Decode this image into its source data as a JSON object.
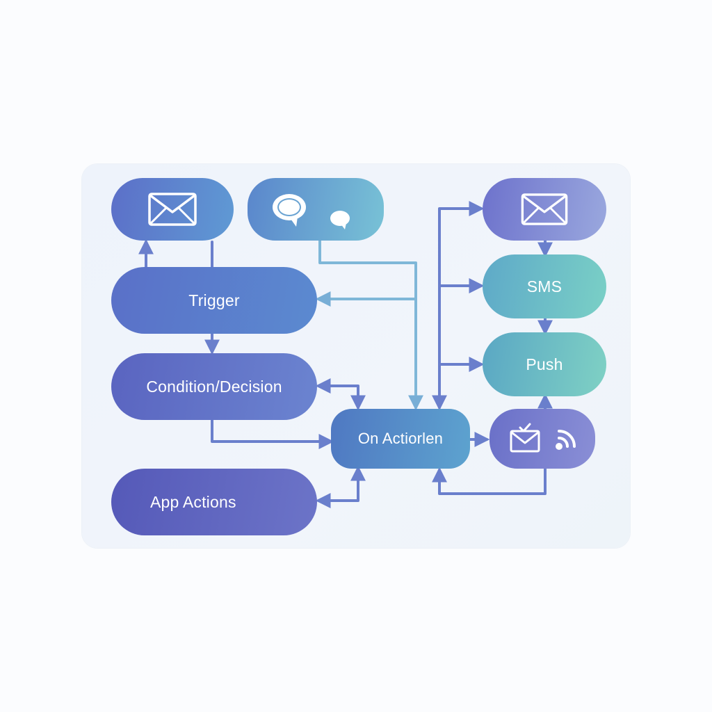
{
  "diagram": {
    "nodes": {
      "trigger": {
        "label": "Trigger"
      },
      "condition": {
        "label": "Condition/Decision"
      },
      "app_actions": {
        "label": "App Actions"
      },
      "on_action": {
        "label": "On Actiorlen"
      },
      "sms": {
        "label": "SMS"
      },
      "push": {
        "label": "Push"
      },
      "email_top": {
        "icon": "envelope-icon"
      },
      "chat": {
        "icon": "chat-bubbles-icon"
      },
      "email_right": {
        "icon": "envelope-icon"
      },
      "multi_channel": {
        "icons": [
          "envelope-check-icon",
          "signal-icon"
        ]
      }
    },
    "colors": {
      "wire": "#6f86d0",
      "wire_teal": "#7fb7d8",
      "panel": "#eef3fb"
    }
  }
}
